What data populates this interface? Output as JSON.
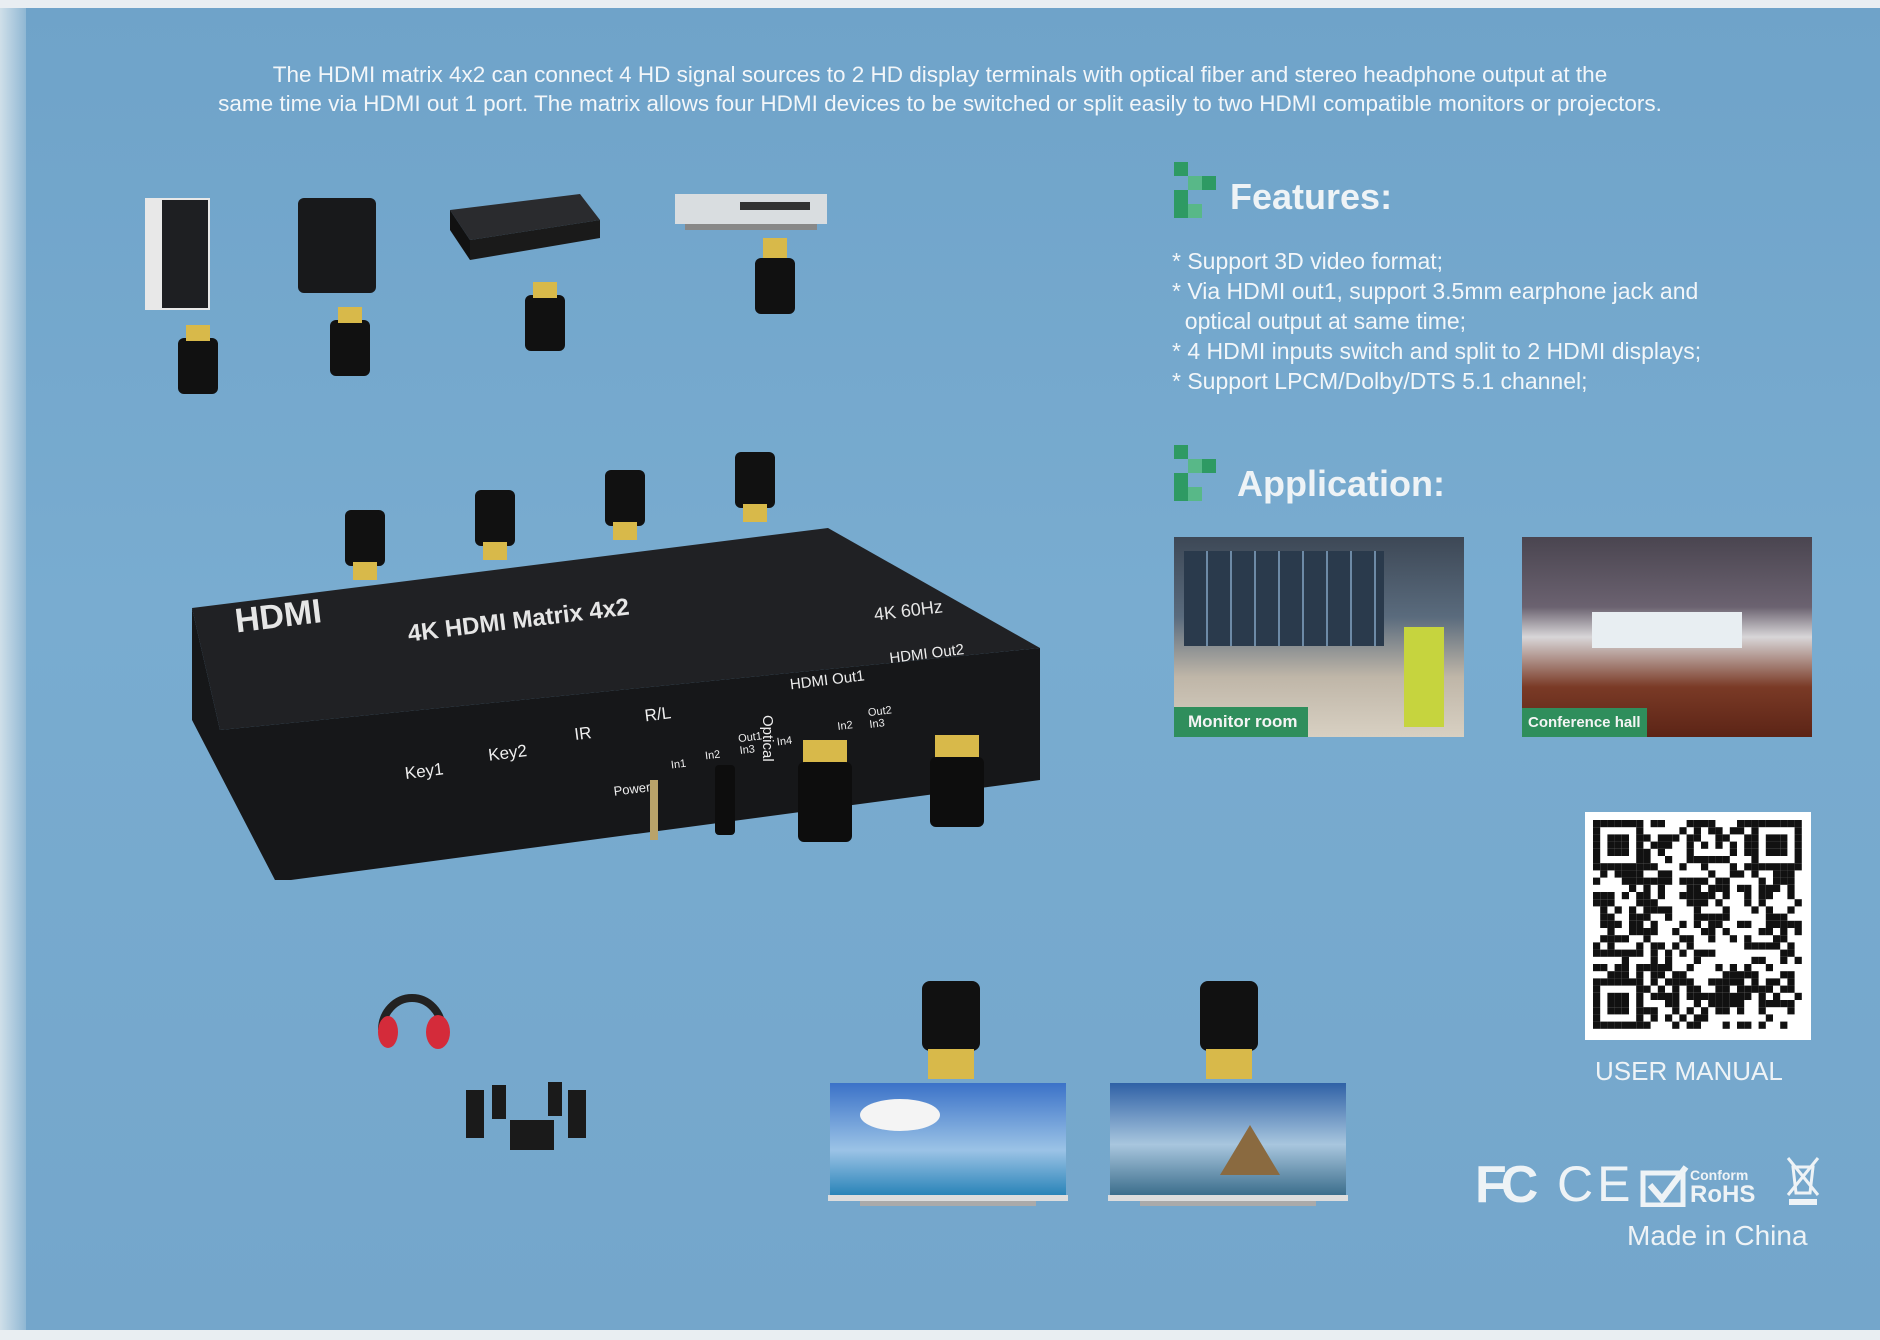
{
  "intro": {
    "line1": "The HDMI matrix 4x2 can connect 4 HD signal sources to 2 HD display terminals with optical fiber and stereo headphone output at the",
    "line2": "same time via HDMI out 1 port. The matrix allows four HDMI devices to be switched or split easily to two HDMI compatible monitors or projectors."
  },
  "features": {
    "title": "Features:",
    "items": [
      "* Support 3D video format;",
      "* Via HDMI out1, support 3.5mm earphone jack and",
      "  optical output at same time;",
      "* 4 HDMI inputs switch and split to 2 HDMI displays;",
      "* Support LPCM/Dolby/DTS 5.1 channel;"
    ]
  },
  "application": {
    "title": "Application:",
    "photos": [
      {
        "caption": "Monitor room"
      },
      {
        "caption": "Conference hall"
      }
    ]
  },
  "device": {
    "logo": "HDMI",
    "title": "4K HDMI Matrix 4x2",
    "resolution": "4K 60Hz",
    "labels": {
      "key1": "Key1",
      "key2": "Key2",
      "ir": "IR",
      "power": "Power",
      "rl": "R/L",
      "optical": "Optical",
      "out1": "HDMI Out1",
      "out2": "HDMI Out2",
      "in1": "In1",
      "in2a": "In2",
      "out1_small": "Out1",
      "in3a": "In3",
      "in4": "In4",
      "in2b": "In2",
      "out2_small": "Out2",
      "in3b": "In3"
    }
  },
  "user_manual": "USER MANUAL",
  "certifications": {
    "fcc": "FC",
    "ce": "CE",
    "rohs_top": "Conform",
    "rohs": "RoHS"
  },
  "made_in": "Made in China",
  "colors": {
    "background": "#76a8cc",
    "accent": "#2e9a63",
    "device": "#1b1c1e"
  }
}
